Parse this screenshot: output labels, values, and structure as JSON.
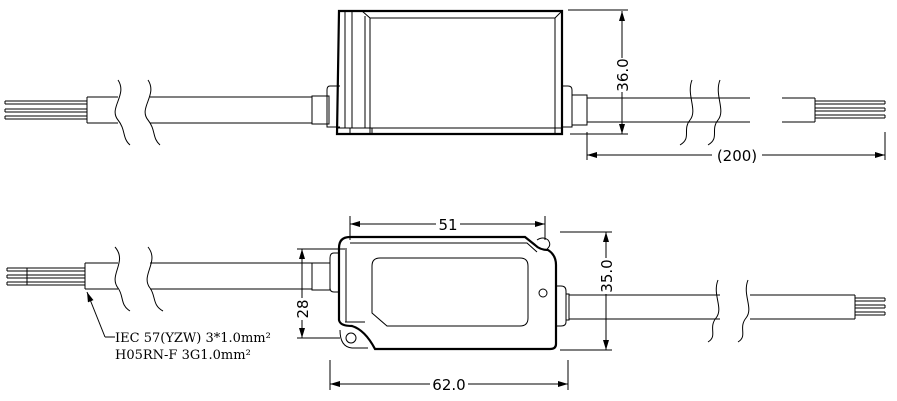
{
  "dimensions": {
    "top_height": "36.0",
    "cable_length": "(200)",
    "bottom_inner_width": "51",
    "bottom_mount_height": "28",
    "bottom_height": "35.0",
    "bottom_width": "62.0"
  },
  "annotation": {
    "line1": "IEC 57(YZW) 3*1.0mm²",
    "line2": "H05RN-F 3G1.0mm²"
  }
}
